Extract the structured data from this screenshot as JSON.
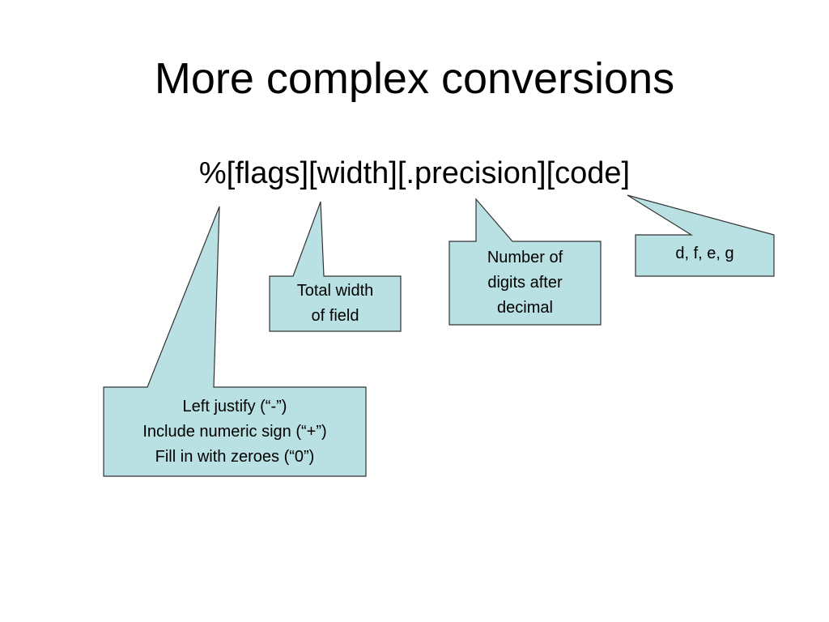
{
  "slide": {
    "title": "More complex conversions",
    "format_string": "%[flags][width][.precision][code]"
  },
  "callouts": {
    "flags": {
      "lines": [
        "Left justify (“-”)",
        "Include numeric sign (“+”)",
        "Fill in with zeroes (“0”)"
      ]
    },
    "width": {
      "lines": [
        "Total width",
        "of field"
      ]
    },
    "precision": {
      "lines": [
        "Number of",
        "digits after",
        "decimal"
      ]
    },
    "code": {
      "lines": [
        "d, f, e, g"
      ]
    }
  },
  "colors": {
    "callout_fill": "#b9e0e3",
    "callout_border": "#333333",
    "text": "#000000",
    "background": "#ffffff"
  }
}
